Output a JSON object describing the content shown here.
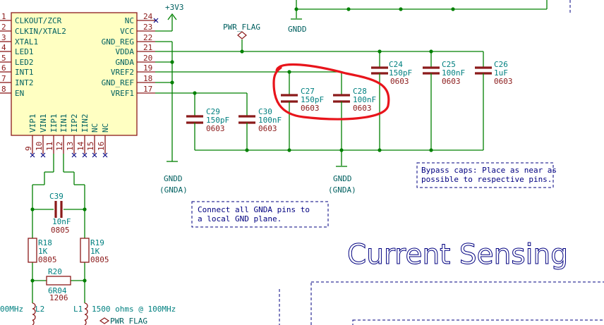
{
  "ic": {
    "left_pins": [
      {
        "num": "1",
        "name": "CLKOUT/ZCR"
      },
      {
        "num": "2",
        "name": "CLKIN/XTAL2"
      },
      {
        "num": "3",
        "name": "XTAL1"
      },
      {
        "num": "4",
        "name": "LED1"
      },
      {
        "num": "5",
        "name": "LED2"
      },
      {
        "num": "6",
        "name": "INT1"
      },
      {
        "num": "7",
        "name": "INT2"
      },
      {
        "num": "8",
        "name": "EN"
      }
    ],
    "right_pins": [
      {
        "num": "24",
        "name": "NC"
      },
      {
        "num": "23",
        "name": "VCC"
      },
      {
        "num": "22",
        "name": "GND_REG"
      },
      {
        "num": "21",
        "name": "VDDA"
      },
      {
        "num": "20",
        "name": "GNDA"
      },
      {
        "num": "19",
        "name": "VREF2"
      },
      {
        "num": "18",
        "name": "GND_REF"
      },
      {
        "num": "17",
        "name": "VREF1"
      }
    ],
    "bottom_pins": [
      {
        "num": "9",
        "name": "VIP1"
      },
      {
        "num": "10",
        "name": "VIN1"
      },
      {
        "num": "11",
        "name": "IIP1"
      },
      {
        "num": "12",
        "name": "IIN1"
      },
      {
        "num": "13",
        "name": "IIP2"
      },
      {
        "num": "14",
        "name": "IIN2"
      },
      {
        "num": "15",
        "name": "NC"
      },
      {
        "num": "16",
        "name": "NC"
      }
    ]
  },
  "power": {
    "v33": "+3V3",
    "pwr_flag": "PWR_FLAG",
    "pwr_flag_bottom": "PWR_FLAG",
    "gndd_top": "GNDD",
    "gndd_left": "GNDD",
    "gnda_left": "(GNDA)",
    "gndd_mid": "GNDD",
    "gnda_mid": "(GNDA)"
  },
  "caps": {
    "c24": {
      "ref": "C24",
      "value": "150pF",
      "footprint": "0603"
    },
    "c25": {
      "ref": "C25",
      "value": "100nF",
      "footprint": "0603"
    },
    "c26": {
      "ref": "C26",
      "value": "1uF",
      "footprint": "0603"
    },
    "c27": {
      "ref": "C27",
      "value": "150pF",
      "footprint": "0603"
    },
    "c28": {
      "ref": "C28",
      "value": "100nF",
      "footprint": "0603"
    },
    "c29": {
      "ref": "C29",
      "value": "150pF",
      "footprint": "0603"
    },
    "c30": {
      "ref": "C30",
      "value": "100nF",
      "footprint": "0603"
    },
    "c39": {
      "ref": "C39",
      "value": "10nF",
      "footprint": "0805"
    }
  },
  "resistors": {
    "r18": {
      "ref": "R18",
      "value": "1K",
      "footprint": "0805"
    },
    "r19": {
      "ref": "R19",
      "value": "1K",
      "footprint": "0805"
    },
    "r20": {
      "ref": "R20",
      "value": "6R04",
      "footprint": "1206"
    }
  },
  "inductors": {
    "l2": {
      "ref": "L2",
      "value": "00MHz"
    },
    "l1": {
      "ref": "L1",
      "value": "1500 ohms @ 100MHz"
    }
  },
  "notes": {
    "bypass_line1": "Bypass caps: Place as near as",
    "bypass_line2": "possible to respective pins.",
    "gnda_line1": "Connect all GNDA pins to",
    "gnda_line2": "a local GND plane."
  },
  "sheet_title": "Current Sensing",
  "highlight_color": "#e8141b",
  "wire_color": "#008000",
  "component_color": "#8b1a1a"
}
